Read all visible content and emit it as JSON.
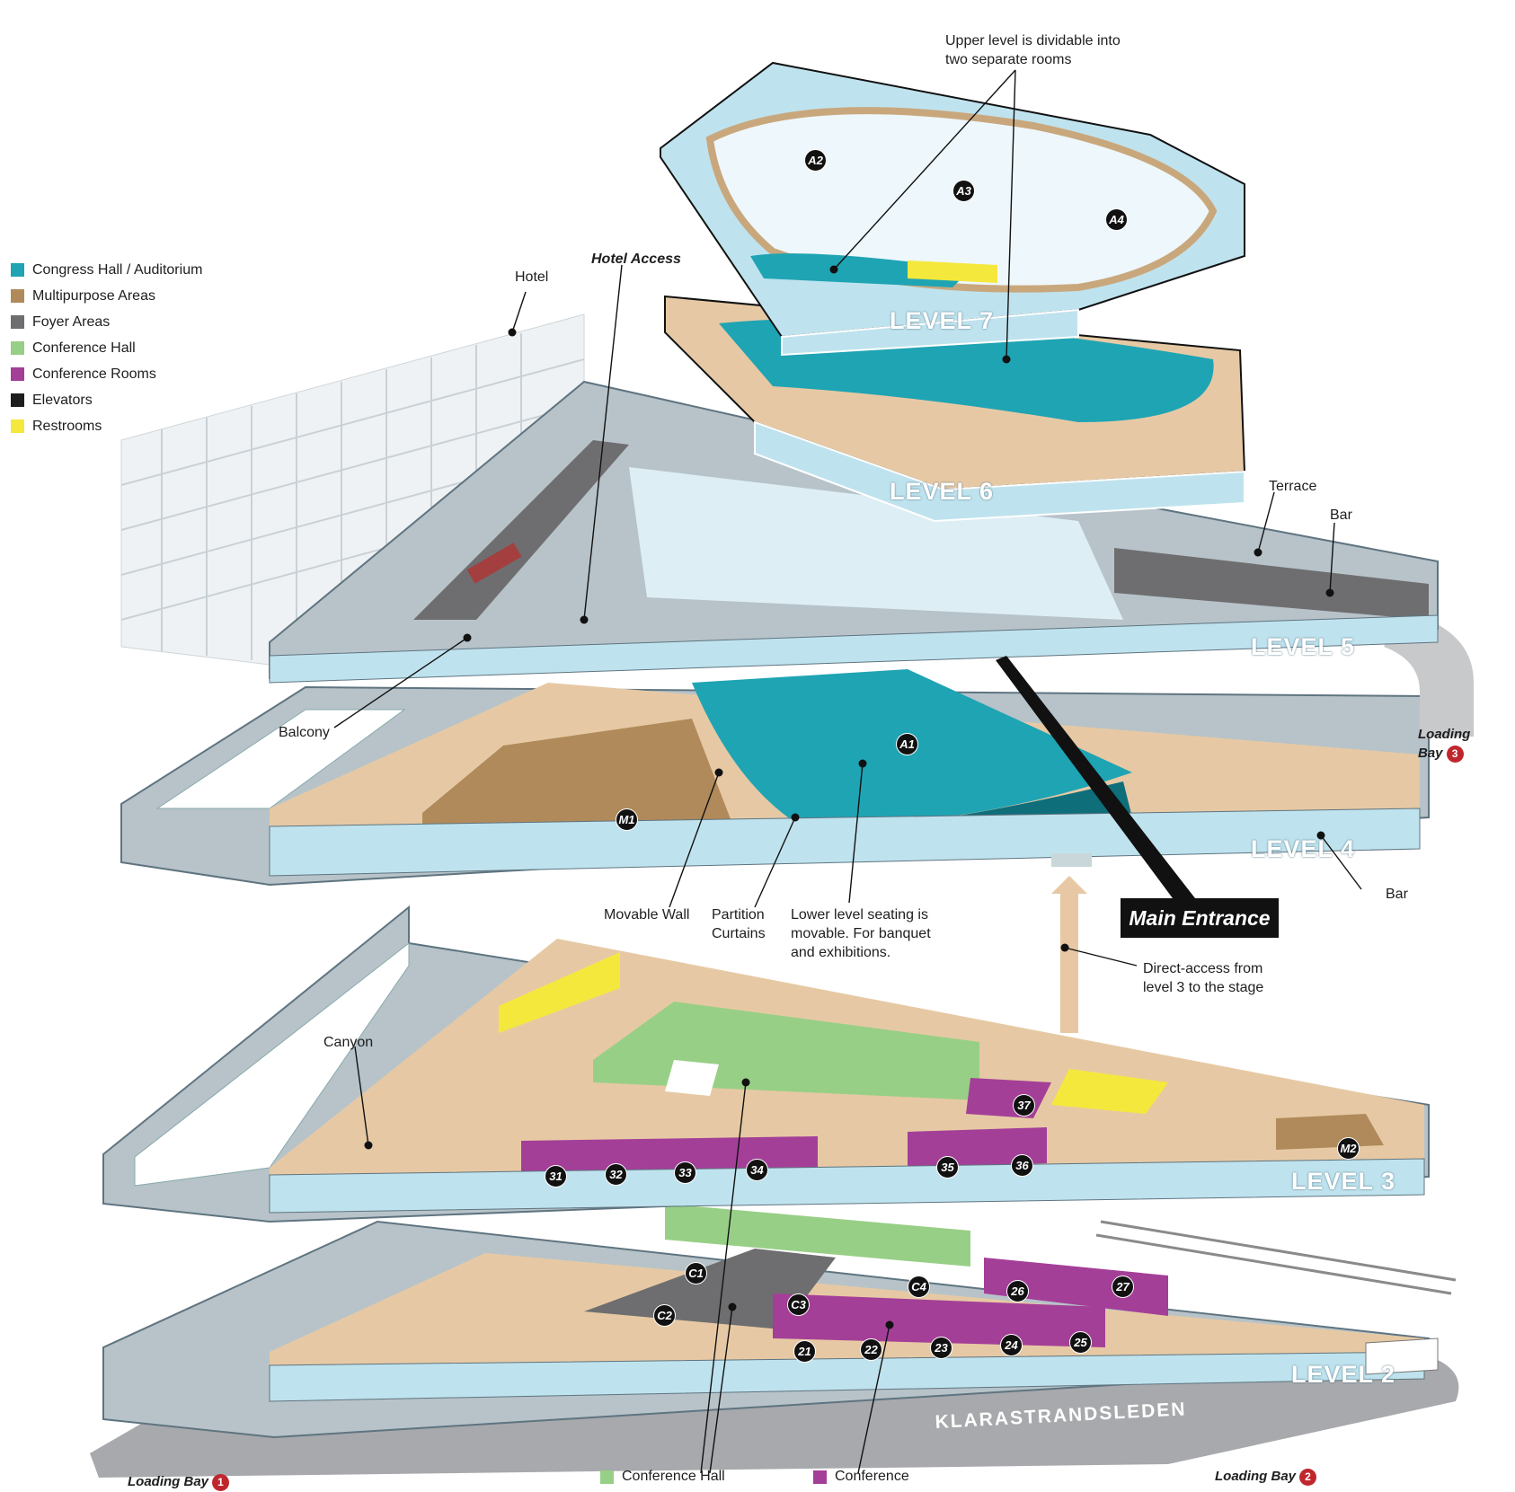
{
  "colors": {
    "congress_hall": "#1fa4b4",
    "multipurpose": "#b08a5a",
    "foyer": "#6e6e70",
    "conference_hall": "#98cf86",
    "conference_rooms": "#a43f98",
    "elevators": "#1e1e1e",
    "restrooms": "#f5e83c",
    "glass": "#b9e2ee",
    "wall": "#e6c9a4",
    "slab": "#a9b7be"
  },
  "legend": [
    {
      "label": "Congress Hall / Auditorium",
      "color": "#1fa4b4"
    },
    {
      "label": "Multipurpose Areas",
      "color": "#b08a5a"
    },
    {
      "label": "Foyer Areas",
      "color": "#6e6e70"
    },
    {
      "label": "Conference Hall",
      "color": "#98cf86"
    },
    {
      "label": "Conference Rooms",
      "color": "#a43f98"
    },
    {
      "label": "Elevators",
      "color": "#1e1e1e"
    },
    {
      "label": "Restrooms",
      "color": "#f5e83c"
    }
  ],
  "levels": {
    "l7": "LEVEL 7",
    "l6": "LEVEL 6",
    "l5": "LEVEL 5",
    "l4": "LEVEL 4",
    "l3": "LEVEL 3",
    "l2": "LEVEL 2"
  },
  "callouts": {
    "upper_level": "Upper level is dividable into\ntwo separate rooms",
    "hotel": "Hotel",
    "hotel_access": "Hotel Access",
    "terrace": "Terrace",
    "bar_upper": "Bar",
    "bar_lower": "Bar",
    "balcony": "Balcony",
    "movable_wall": "Movable Wall",
    "partition_curtains": "Partition\nCurtains",
    "lower_seating": "Lower level seating is\nmovable. For banquet\nand exhibitions.",
    "main_entrance": "Main Entrance",
    "direct_access": "Direct-access from\nlevel 3 to the stage",
    "canyon": "Canyon",
    "loading_bay": "Loading\nBay",
    "loading_bay_1": "Loading Bay",
    "loading_bay_2": "Loading Bay",
    "road": "KLARASTRANDSLEDEN",
    "conference_hall_bottom": "Conference Hall",
    "conference_bottom": "Conference"
  },
  "bay_numbers": [
    "1",
    "2",
    "3"
  ],
  "rooms": {
    "a1": "A1",
    "a2": "A2",
    "a3": "A3",
    "a4": "A4",
    "m1": "M1",
    "m2": "M2",
    "c1": "C1",
    "c2": "C2",
    "c3": "C3",
    "c4": "C4",
    "r21": "21",
    "r22": "22",
    "r23": "23",
    "r24": "24",
    "r25": "25",
    "r26": "26",
    "r27": "27",
    "r31": "31",
    "r32": "32",
    "r33": "33",
    "r34": "34",
    "r35": "35",
    "r36": "36",
    "r37": "37"
  }
}
